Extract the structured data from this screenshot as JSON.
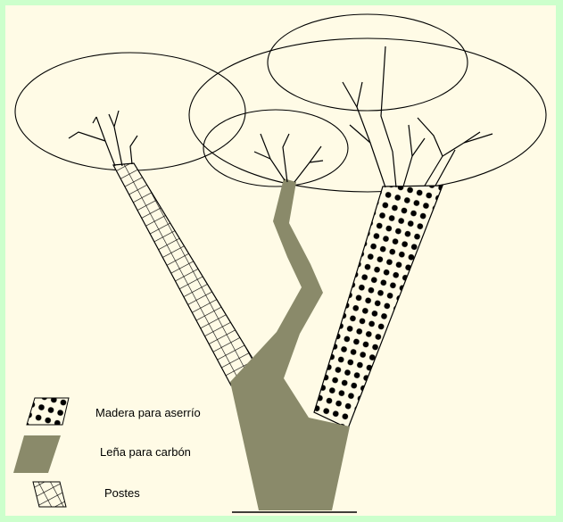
{
  "legend": {
    "sawtimber": "Madera para aserrío",
    "firewood": "Leña para carbón",
    "posts": "Postes"
  },
  "colors": {
    "background_border": "#ccffcc",
    "background": "#fffbe6",
    "firewood_fill": "#8a8a6a",
    "line": "#000000"
  },
  "icons": [
    "dotted-trunk-swatch",
    "olive-trunk-swatch",
    "grid-trunk-swatch"
  ]
}
